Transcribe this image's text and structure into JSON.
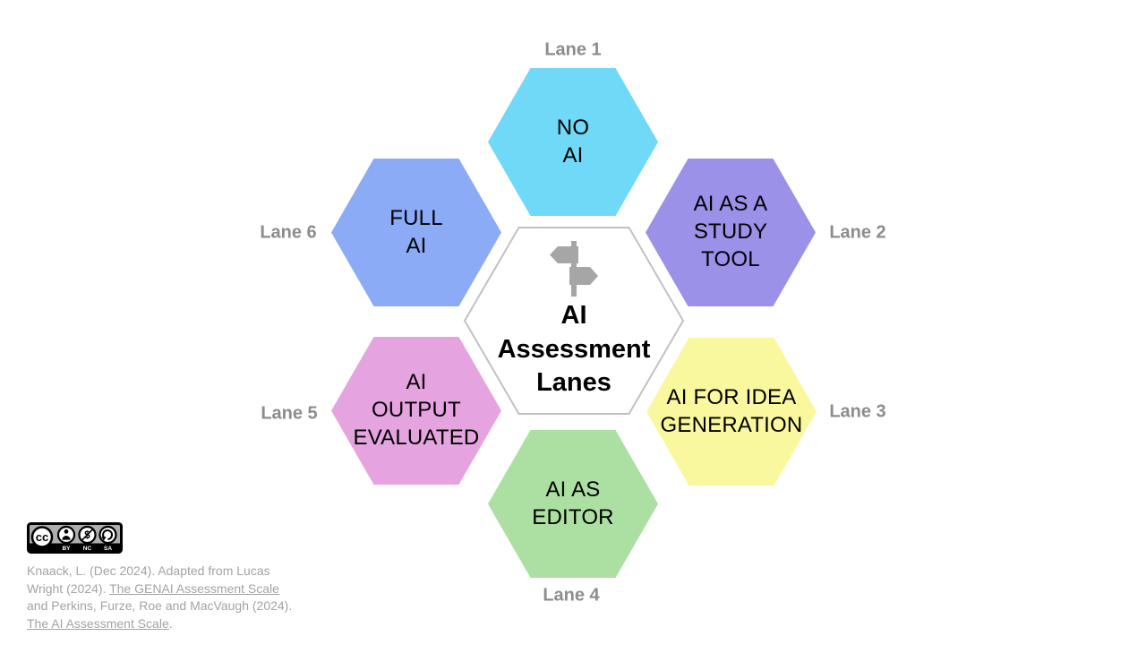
{
  "background": "#ffffff",
  "center": {
    "title": "AI\nAssessment\nLanes",
    "fill": "#ffffff",
    "border_color": "#c1c1c1",
    "icon": "signpost-icon",
    "icon_color": "#a6a6a6"
  },
  "lane_label_color": "#8c8c8c",
  "lanes": [
    {
      "label": "Lane 1",
      "text": "NO\nAI",
      "color": "#6fd9f7",
      "position": "top"
    },
    {
      "label": "Lane 2",
      "text": "AI AS A\nSTUDY\nTOOL",
      "color": "#9b91e8",
      "position": "top-right"
    },
    {
      "label": "Lane 3",
      "text": "AI FOR IDEA\nGENERATION",
      "color": "#faf89f",
      "position": "bottom-right"
    },
    {
      "label": "Lane 4",
      "text": "AI AS\nEDITOR",
      "color": "#ace0a2",
      "position": "bottom"
    },
    {
      "label": "Lane 5",
      "text": "AI\nOUTPUT\nEVALUATED",
      "color": "#e5a4df",
      "position": "bottom-left"
    },
    {
      "label": "Lane 6",
      "text": "FULL\nAI",
      "color": "#8babf7",
      "position": "top-left"
    }
  ],
  "license": {
    "name": "CC BY-NC-SA",
    "cc": "cc",
    "labels": {
      "by": "BY",
      "nc": "NC",
      "sa": "SA"
    }
  },
  "citation": {
    "color": "#a3a3a3",
    "line1": "Knaack, L. (Dec 2024). Adapted from Lucas",
    "line2_prefix": "Wright (2024). ",
    "line2_link": "The GENAI Assessment Scale",
    "line3": "and Perkins, Furze, Roe and MacVaugh (2024).",
    "line4_link": "The AI Assessment Scale",
    "line4_suffix": "."
  }
}
